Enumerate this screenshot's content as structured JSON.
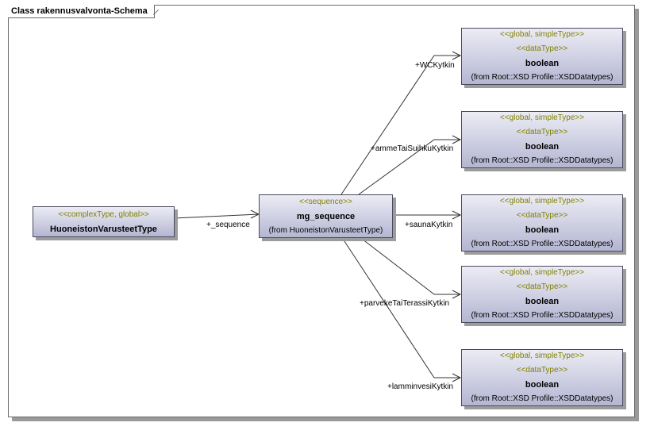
{
  "frame": {
    "title": "Class rakennusvalvonta-Schema"
  },
  "complex_type": {
    "stereotype": "<<complexType, global>>",
    "name": "HuoneistonVarusteetType"
  },
  "sequence": {
    "stereotype": "<<sequence>>",
    "name": "mg_sequence",
    "from": "(from HuoneistonVarusteetType)",
    "role_label": "+_sequence"
  },
  "datatypes": [
    {
      "stereotype1": "<<global, simpleType>>",
      "stereotype2": "<<dataType>>",
      "name": "boolean",
      "from": "(from Root::XSD Profile::XSDDatatypes)",
      "role": "+WCKytkin"
    },
    {
      "stereotype1": "<<global, simpleType>>",
      "stereotype2": "<<dataType>>",
      "name": "boolean",
      "from": "(from Root::XSD Profile::XSDDatatypes)",
      "role": "+ammeTaiSuihkuKytkin"
    },
    {
      "stereotype1": "<<global, simpleType>>",
      "stereotype2": "<<dataType>>",
      "name": "boolean",
      "from": "(from Root::XSD Profile::XSDDatatypes)",
      "role": "+saunaKytkin"
    },
    {
      "stereotype1": "<<global, simpleType>>",
      "stereotype2": "<<dataType>>",
      "name": "boolean",
      "from": "(from Root::XSD Profile::XSDDatatypes)",
      "role": "+parvekeTaiTerassiKytkin"
    },
    {
      "stereotype1": "<<global, simpleType>>",
      "stereotype2": "<<dataType>>",
      "name": "boolean",
      "from": "(from Root::XSD Profile::XSDDatatypes)",
      "role": "+lamminvesiKytkin"
    }
  ]
}
